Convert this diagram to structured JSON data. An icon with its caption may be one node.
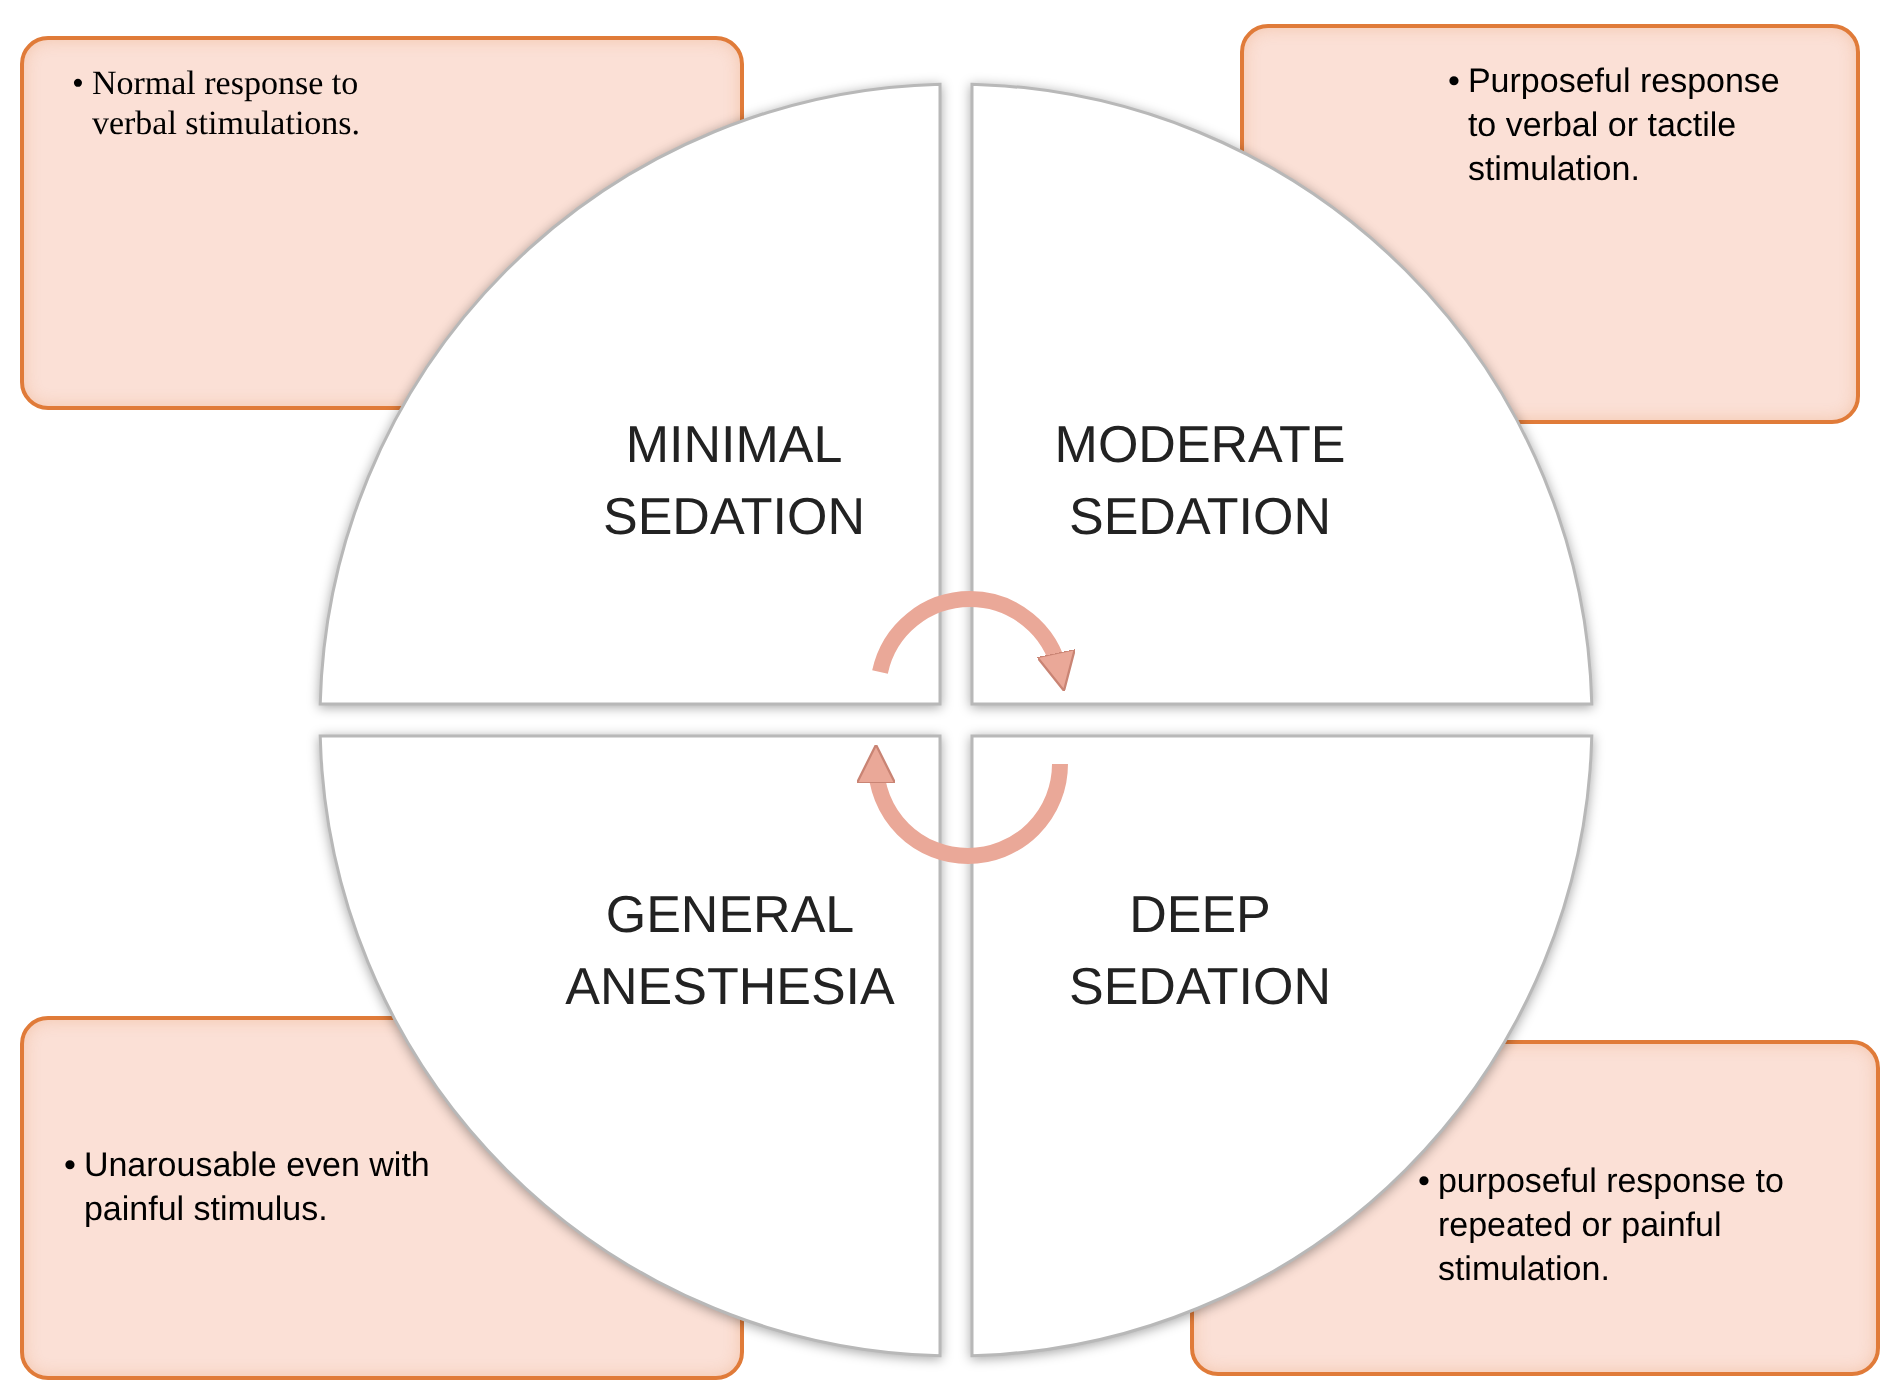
{
  "diagram": {
    "nodes": [
      {
        "text": [
          "•",
          "Normal response to verbal stimulations."
        ]
      },
      {
        "text": [
          "•",
          "Purposeful response to verbal or tactile stimulation."
        ]
      },
      {
        "text": [
          "MINIMAL SEDATION"
        ]
      },
      {
        "text": [
          "MODERATE SEDATION"
        ]
      },
      {
        "text": [
          "GENERAL ANESTHESIA"
        ]
      },
      {
        "text": [
          "DEEP SEDATION"
        ]
      },
      {
        "text": [
          "•",
          "Unarousable even with painful stimulus."
        ]
      },
      {
        "text": [
          "•",
          "purposeful response to repeated or painful stimulation."
        ]
      }
    ],
    "edges": [
      {
        "from": 2,
        "to": 3,
        "arrow": "to"
      },
      {
        "from": 5,
        "to": 4,
        "arrow": "to"
      }
    ]
  }
}
